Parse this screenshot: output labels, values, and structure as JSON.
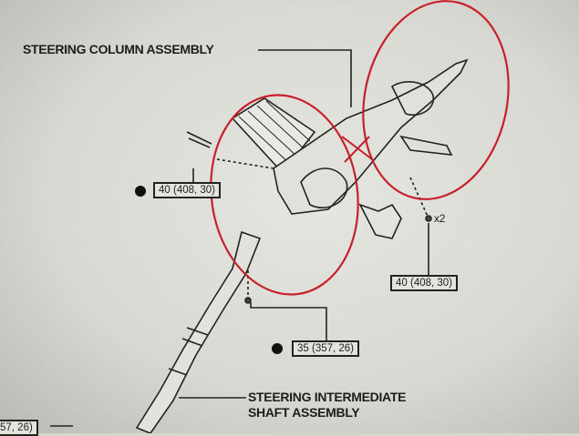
{
  "labels": {
    "column_assembly": "STEERING COLUMN ASSEMBLY",
    "intermediate_shaft_line1": "STEERING INTERMEDIATE",
    "intermediate_shaft_line2": "SHAFT ASSEMBLY"
  },
  "torque_specs": {
    "left_bolt": "40 (408, 30)",
    "right_nut": "40 (408, 30)",
    "shaft_bolt": "35 (357, 26)",
    "bottom_partial": "57, 26)"
  },
  "quantity": "x2",
  "colors": {
    "markup_circle": "#c8202a",
    "line": "#222222"
  }
}
